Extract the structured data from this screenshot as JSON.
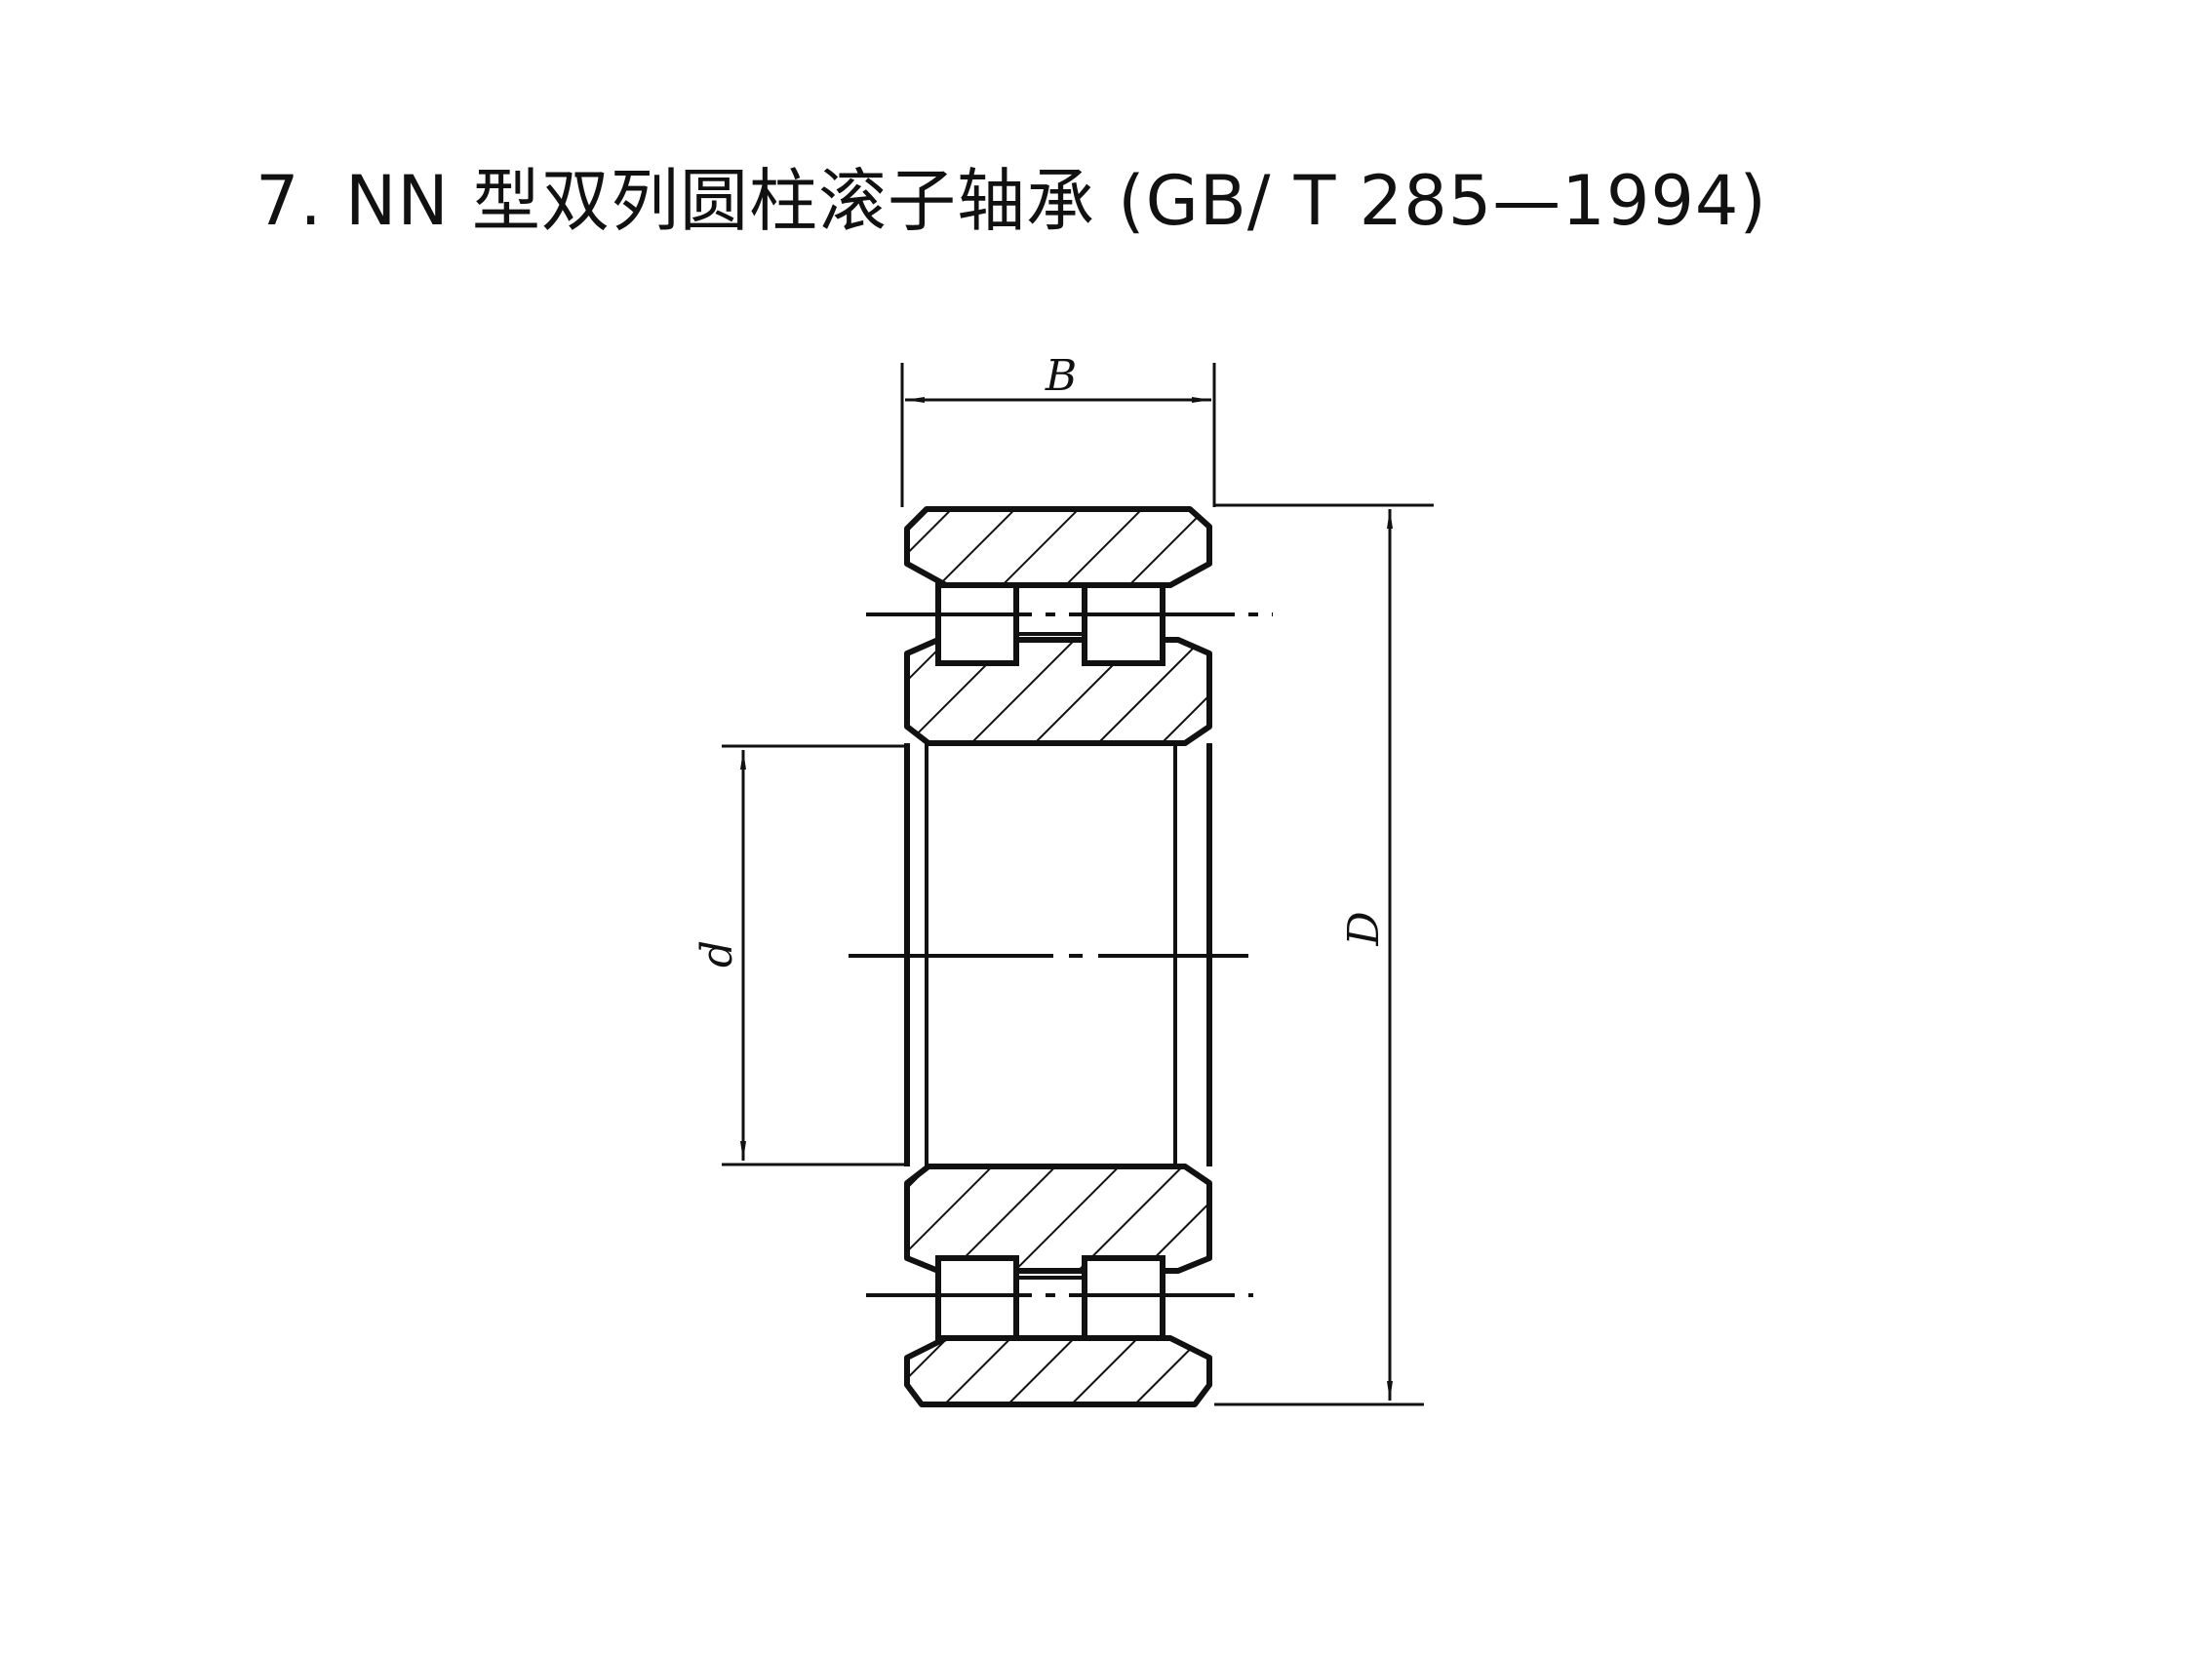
{
  "title": "7. NN 型双列圆柱滚子轴承 (GB/ T 285—1994)",
  "labels": {
    "width": "B",
    "outer_diameter": "D",
    "bore": "d"
  },
  "colors": {
    "ink": "#111111",
    "background": "#ffffff"
  }
}
